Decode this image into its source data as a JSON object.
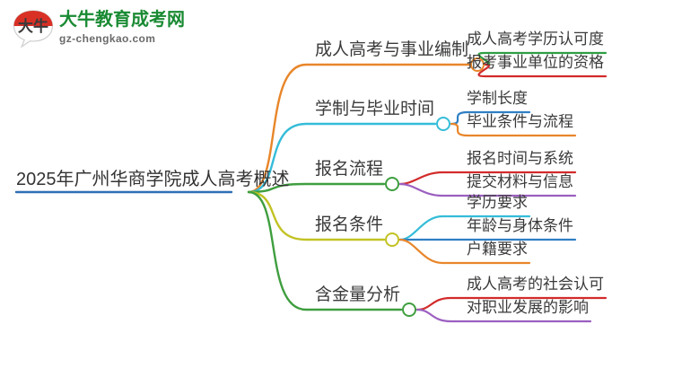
{
  "logo": {
    "mark_text": "大牛",
    "title": "大牛教育成考网",
    "domain": "gz-chengkao.com",
    "title_color": "#1a8a33",
    "mark_color": "#d93025"
  },
  "mindmap": {
    "root": {
      "label": "2025年广州华商学院成人高考概述",
      "color": "#2f6fb5",
      "node_color": "#2f6fb5"
    },
    "branches": [
      {
        "label": "成人高考与事业编制",
        "color": "#e8862a",
        "node_color": "#e8862a",
        "children": [
          {
            "label": "成人高考学历认可度",
            "color": "#2e9e42"
          },
          {
            "label": "报考事业单位的资格",
            "color": "#d22b2b"
          }
        ]
      },
      {
        "label": "学制与毕业时间",
        "color": "#35bcd8",
        "node_color": "#35bcd8",
        "children": [
          {
            "label": "学制长度",
            "color": "#2f7fc4"
          },
          {
            "label": "毕业条件与流程",
            "color": "#e8862a"
          }
        ]
      },
      {
        "label": "报名流程",
        "color": "#3f9e3f",
        "node_color": "#3f9e3f",
        "children": [
          {
            "label": "报名时间与系统",
            "color": "#d22b2b"
          },
          {
            "label": "提交材料与信息",
            "color": "#9b5fc0"
          }
        ]
      },
      {
        "label": "报名条件",
        "color": "#c2c224",
        "node_color": "#c2c224",
        "children": [
          {
            "label": "学历要求",
            "color": "#35bcd8"
          },
          {
            "label": "年龄与身体条件",
            "color": "#2f7fc4"
          },
          {
            "label": "户籍要求",
            "color": "#e8862a"
          }
        ]
      },
      {
        "label": "含金量分析",
        "color": "#3f9e3f",
        "node_color": "#3f9e3f",
        "children": [
          {
            "label": "成人高考的社会认可",
            "color": "#d22b2b"
          },
          {
            "label": "对职业发展的影响",
            "color": "#9b5fc0"
          }
        ]
      }
    ]
  }
}
